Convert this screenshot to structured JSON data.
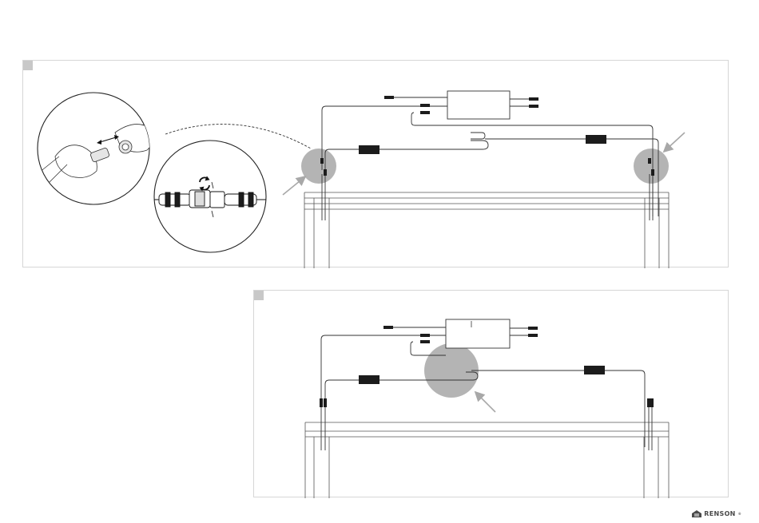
{
  "brand": {
    "name": "RENSON",
    "trademark": "®",
    "color": "#4a4a4a"
  },
  "colors": {
    "line": "#333333",
    "connector": "#1c1c1c",
    "highlight": "#b4b4b4",
    "arrow": "#a8a8a8",
    "panel_border": "#d6d6d6",
    "panel_marker": "#c8c8c8"
  },
  "icons": {
    "rotate": "rotate-arrows-icon",
    "push_pull": "double-arrow-icon",
    "brand_mark": "renson-house-logo-icon"
  },
  "panels": [
    {
      "id": "step-1",
      "label": "",
      "highlight_count": 2
    },
    {
      "id": "step-2",
      "label": "",
      "highlight_count": 1
    }
  ]
}
